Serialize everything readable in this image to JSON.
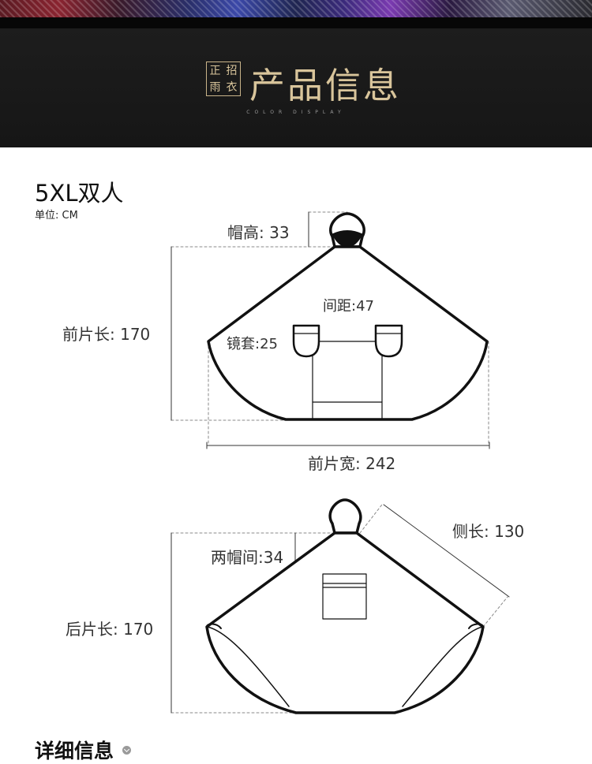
{
  "banner": {
    "logo_chars": [
      "正",
      "招",
      "雨",
      "衣"
    ],
    "title": "产品信息",
    "subtitle": "COLOR DISPLAY"
  },
  "product": {
    "size_title": "5XL双人",
    "unit": "单位: CM"
  },
  "front_view": {
    "hood_height": "帽高: 33",
    "front_length": "前片长: 170",
    "spacing": "间距:47",
    "visor": "镜套:25",
    "front_width": "前片宽: 242"
  },
  "back_view": {
    "hood_gap": "两帽间:34",
    "side_length": "侧长: 130",
    "back_length": "后片长: 170"
  },
  "details": {
    "title": "详细信息"
  },
  "colors": {
    "banner_bg": "#1a1a1a",
    "gold": "#d9c59b",
    "line": "#111111"
  }
}
